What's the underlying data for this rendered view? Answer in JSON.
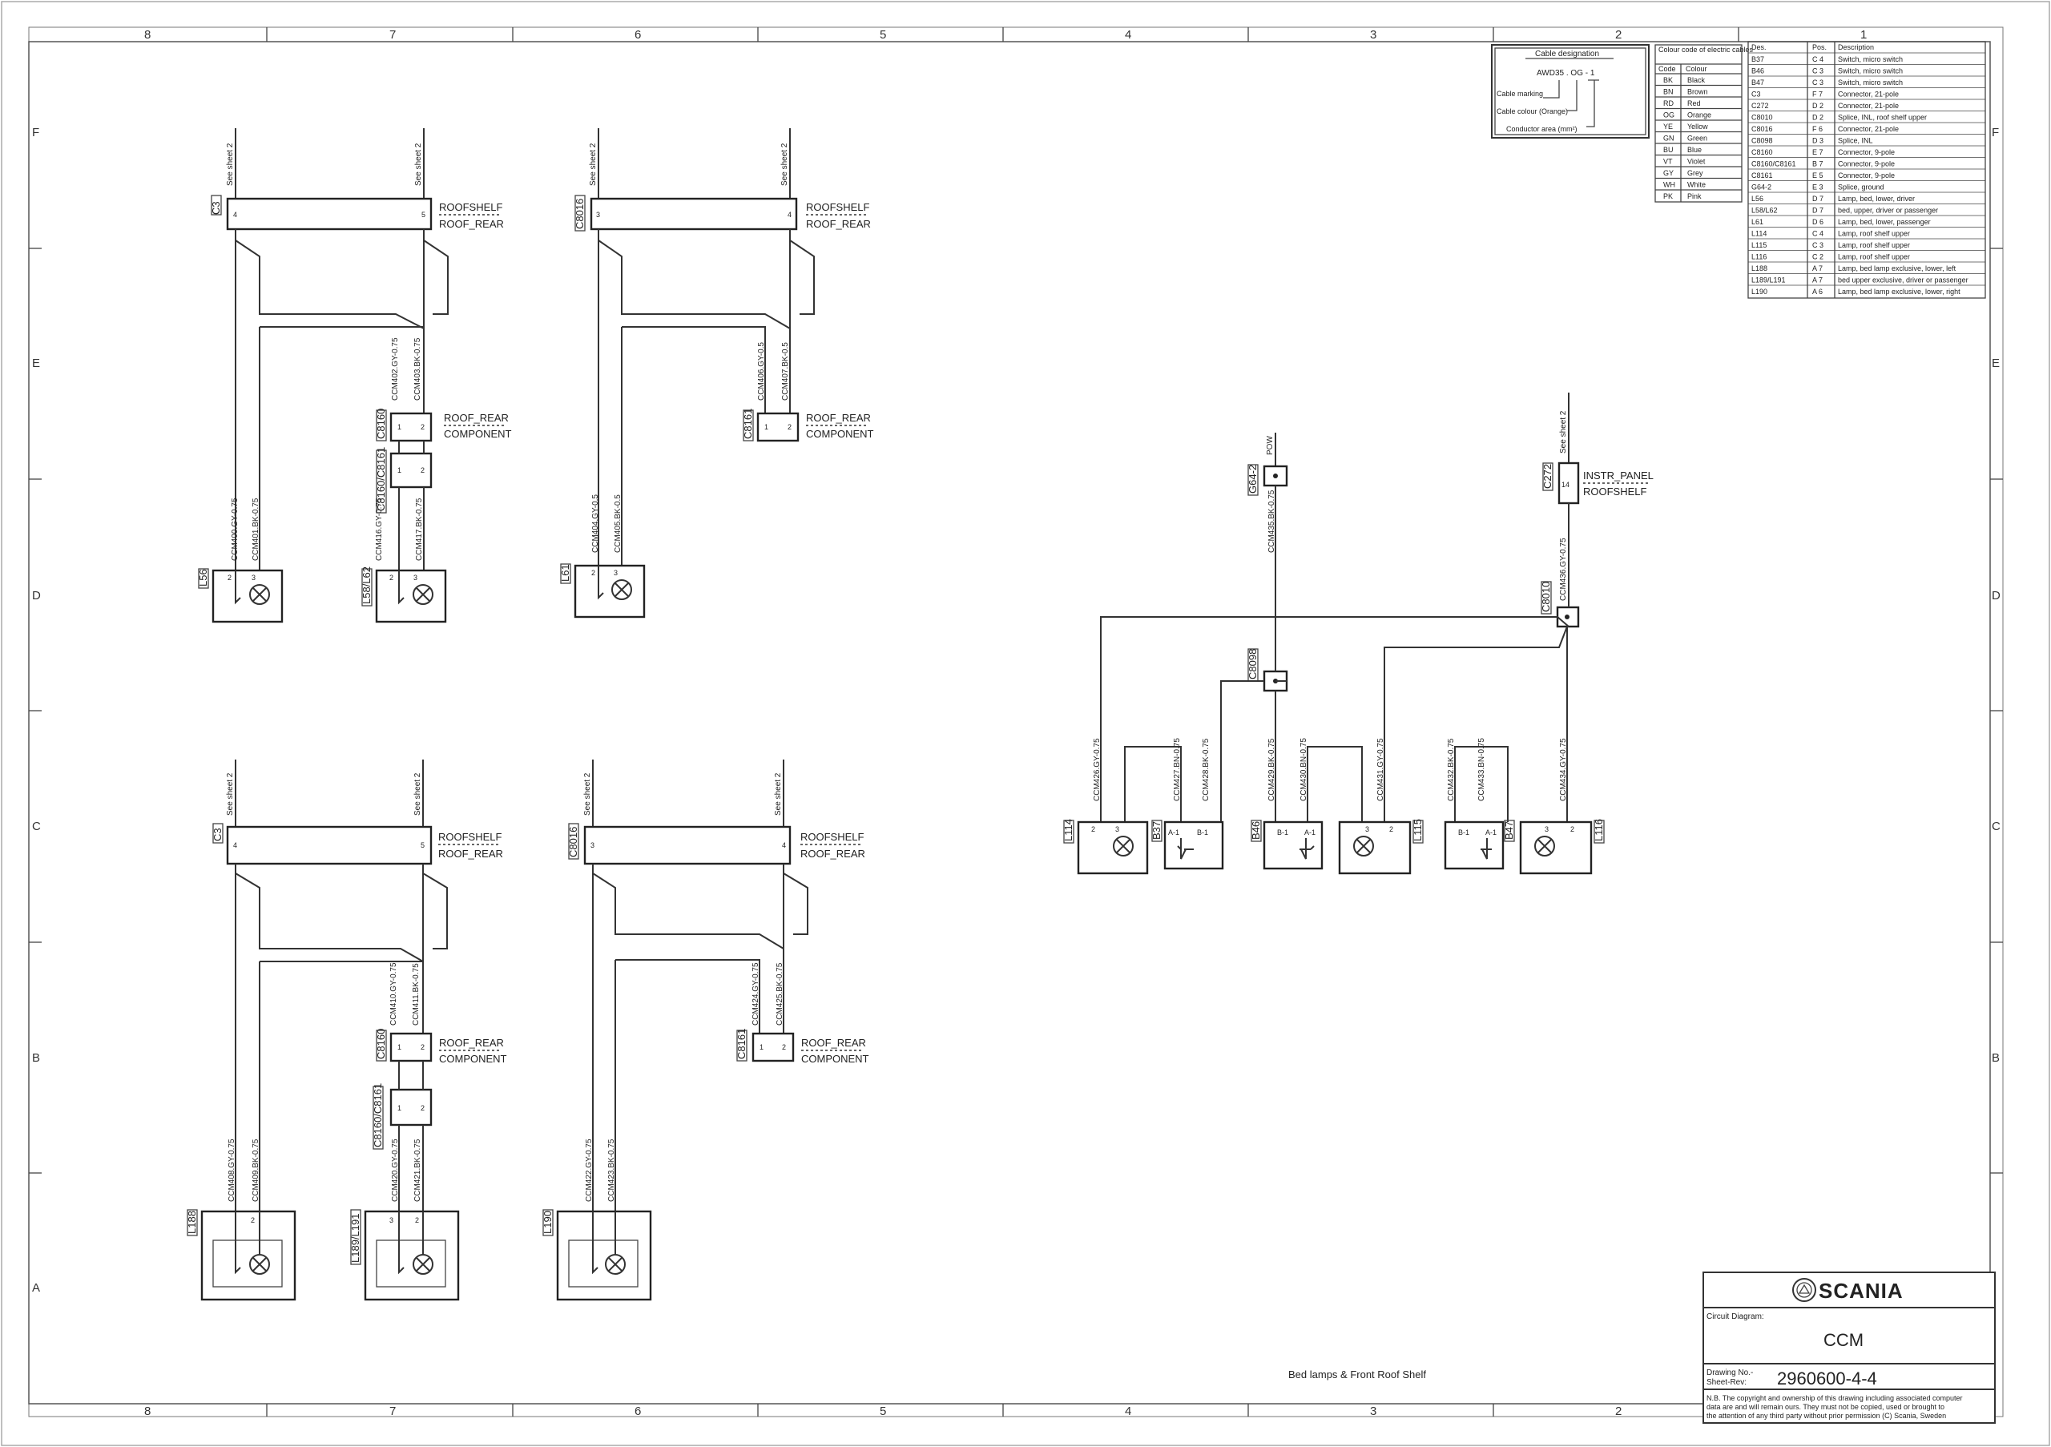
{
  "grid": {
    "columns": [
      "8",
      "7",
      "6",
      "5",
      "4",
      "3",
      "2",
      "1"
    ],
    "rows": [
      "F",
      "E",
      "D",
      "C",
      "B",
      "A"
    ]
  },
  "labels": {
    "see_sheet": "See sheet 2",
    "roofshelf": "ROOFSHELF",
    "roof_rear": "ROOF_REAR",
    "component": "COMPONENT",
    "instr_panel": "INSTR_PANEL",
    "pow": "POW",
    "page_title": "Bed lamps & Front Roof Shelf"
  },
  "connectors": {
    "c3": "C3",
    "c8016": "C8016",
    "c8160": "C8160",
    "c8161": "C8161",
    "c8160_c8161": "C8160/C8161",
    "c272": "C272",
    "c8010": "C8010",
    "c8098": "C8098",
    "g64_2": "G64-2"
  },
  "components": {
    "l56": "L56",
    "l58_l62": "L58/L62",
    "l61": "L61",
    "l188": "L188",
    "l189_l191": "L189/L191",
    "l190": "L190",
    "l114": "L114",
    "b37": "B37",
    "b46": "B46",
    "l115": "L115",
    "b47": "B47",
    "l116": "L116"
  },
  "pins": {
    "p1": "1",
    "p2": "2",
    "p3": "3",
    "p4": "4",
    "p5": "5",
    "p14": "14",
    "a1": "A-1",
    "b1": "B-1"
  },
  "wires": {
    "w400": "CCM400.GY-0.75",
    "w401": "CCM401.BK-0.75",
    "w402": "CCM402.GY-0.75",
    "w403": "CCM403.BK-0.75",
    "w416": "CCM416.GY-0.75",
    "w417": "CCM417.BK-0.75",
    "w404": "CCM404.GY-0.5",
    "w405": "CCM405.BK-0.5",
    "w406": "CCM406.GY-0.5",
    "w407": "CCM407.BK-0.5",
    "w408": "CCM408.GY-0.75",
    "w409": "CCM409.BK-0.75",
    "w410": "CCM410.GY-0.75",
    "w411": "CCM411.BK-0.75",
    "w420": "CCM420.GY-0.75",
    "w421": "CCM421.BK-0.75",
    "w422": "CCM422.GY-0.75",
    "w423": "CCM423.BK-0.75",
    "w424": "CCM424.GY-0.75",
    "w425": "CCM425.BK-0.75",
    "w426": "CCM426.GY-0.75",
    "w427": "CCM427.BN-0.75",
    "w428": "CCM428.BK-0.75",
    "w429": "CCM429.BK-0.75",
    "w430": "CCM430.BN-0.75",
    "w431": "CCM431.GY-0.75",
    "w432": "CCM432.BK-0.75",
    "w433": "CCM433.BN-0.75",
    "w434": "CCM434.GY-0.75",
    "w435": "CCM435.BK-0.75",
    "w436": "CCM436.GY-0.75"
  },
  "cable_designation": {
    "title": "Cable designation",
    "example": "AWD35 . OG - 1",
    "marking": "Cable marking",
    "colour": "Cable colour (Orange)",
    "area": "Conductor area (mm²)"
  },
  "colour_code": {
    "title": "Colour code of electric cables",
    "header": [
      "Code",
      "Colour"
    ],
    "rows": [
      [
        "BK",
        "Black"
      ],
      [
        "BN",
        "Brown"
      ],
      [
        "RD",
        "Red"
      ],
      [
        "OG",
        "Orange"
      ],
      [
        "YE",
        "Yellow"
      ],
      [
        "GN",
        "Green"
      ],
      [
        "BU",
        "Blue"
      ],
      [
        "VT",
        "Violet"
      ],
      [
        "GY",
        "Grey"
      ],
      [
        "WH",
        "White"
      ],
      [
        "PK",
        "Pink"
      ]
    ]
  },
  "legend": {
    "header": [
      "Des.",
      "Pos.",
      "Description"
    ],
    "rows": [
      [
        "B37",
        "C 4",
        "Switch, micro switch"
      ],
      [
        "B46",
        "C 3",
        "Switch, micro switch"
      ],
      [
        "B47",
        "C 3",
        "Switch, micro switch"
      ],
      [
        "C3",
        "F 7",
        "Connector, 21-pole"
      ],
      [
        "C272",
        "D 2",
        "Connector, 21-pole"
      ],
      [
        "C8010",
        "D 2",
        "Splice, INL, roof shelf upper"
      ],
      [
        "C8016",
        "F 6",
        "Connector, 21-pole"
      ],
      [
        "C8098",
        "D 3",
        "Splice, INL"
      ],
      [
        "C8160",
        "E 7",
        "Connector, 9-pole"
      ],
      [
        "C8160/C8161",
        "B 7",
        "Connector, 9-pole"
      ],
      [
        "C8161",
        "E 5",
        "Connector, 9-pole"
      ],
      [
        "G64-2",
        "E 3",
        "Splice, ground"
      ],
      [
        "L56",
        "D 7",
        "Lamp, bed, lower, driver"
      ],
      [
        "L58/L62",
        "D 7",
        "bed, upper, driver or passenger"
      ],
      [
        "L61",
        "D 6",
        "Lamp, bed, lower, passenger"
      ],
      [
        "L114",
        "C 4",
        "Lamp, roof shelf upper"
      ],
      [
        "L115",
        "C 3",
        "Lamp, roof shelf upper"
      ],
      [
        "L116",
        "C 2",
        "Lamp, roof shelf upper"
      ],
      [
        "L188",
        "A 7",
        "Lamp, bed lamp exclusive, lower, left"
      ],
      [
        "L189/L191",
        "A 7",
        "bed upper exclusive, driver or passenger"
      ],
      [
        "L190",
        "A 6",
        "Lamp, bed lamp exclusive, lower, right"
      ]
    ]
  },
  "title_block": {
    "brand": "SCANIA",
    "circuit_label": "Circuit Diagram:",
    "circuit_name": "CCM",
    "drawing_label": "Drawing No.-",
    "sheet_label": "Sheet-Rev:",
    "drawing_no": "2960600-4-4",
    "note_line1": "N.B. The copyright and ownership of this drawing including associated computer",
    "note_line2": "data are and will remain ours. They must not be copied, used or brought to",
    "note_line3": "the attention of any third party without prior permission (C) Scania, Sweden"
  },
  "colors": {
    "ink": "#222222",
    "frame": "#555555",
    "background": "#ffffff"
  }
}
